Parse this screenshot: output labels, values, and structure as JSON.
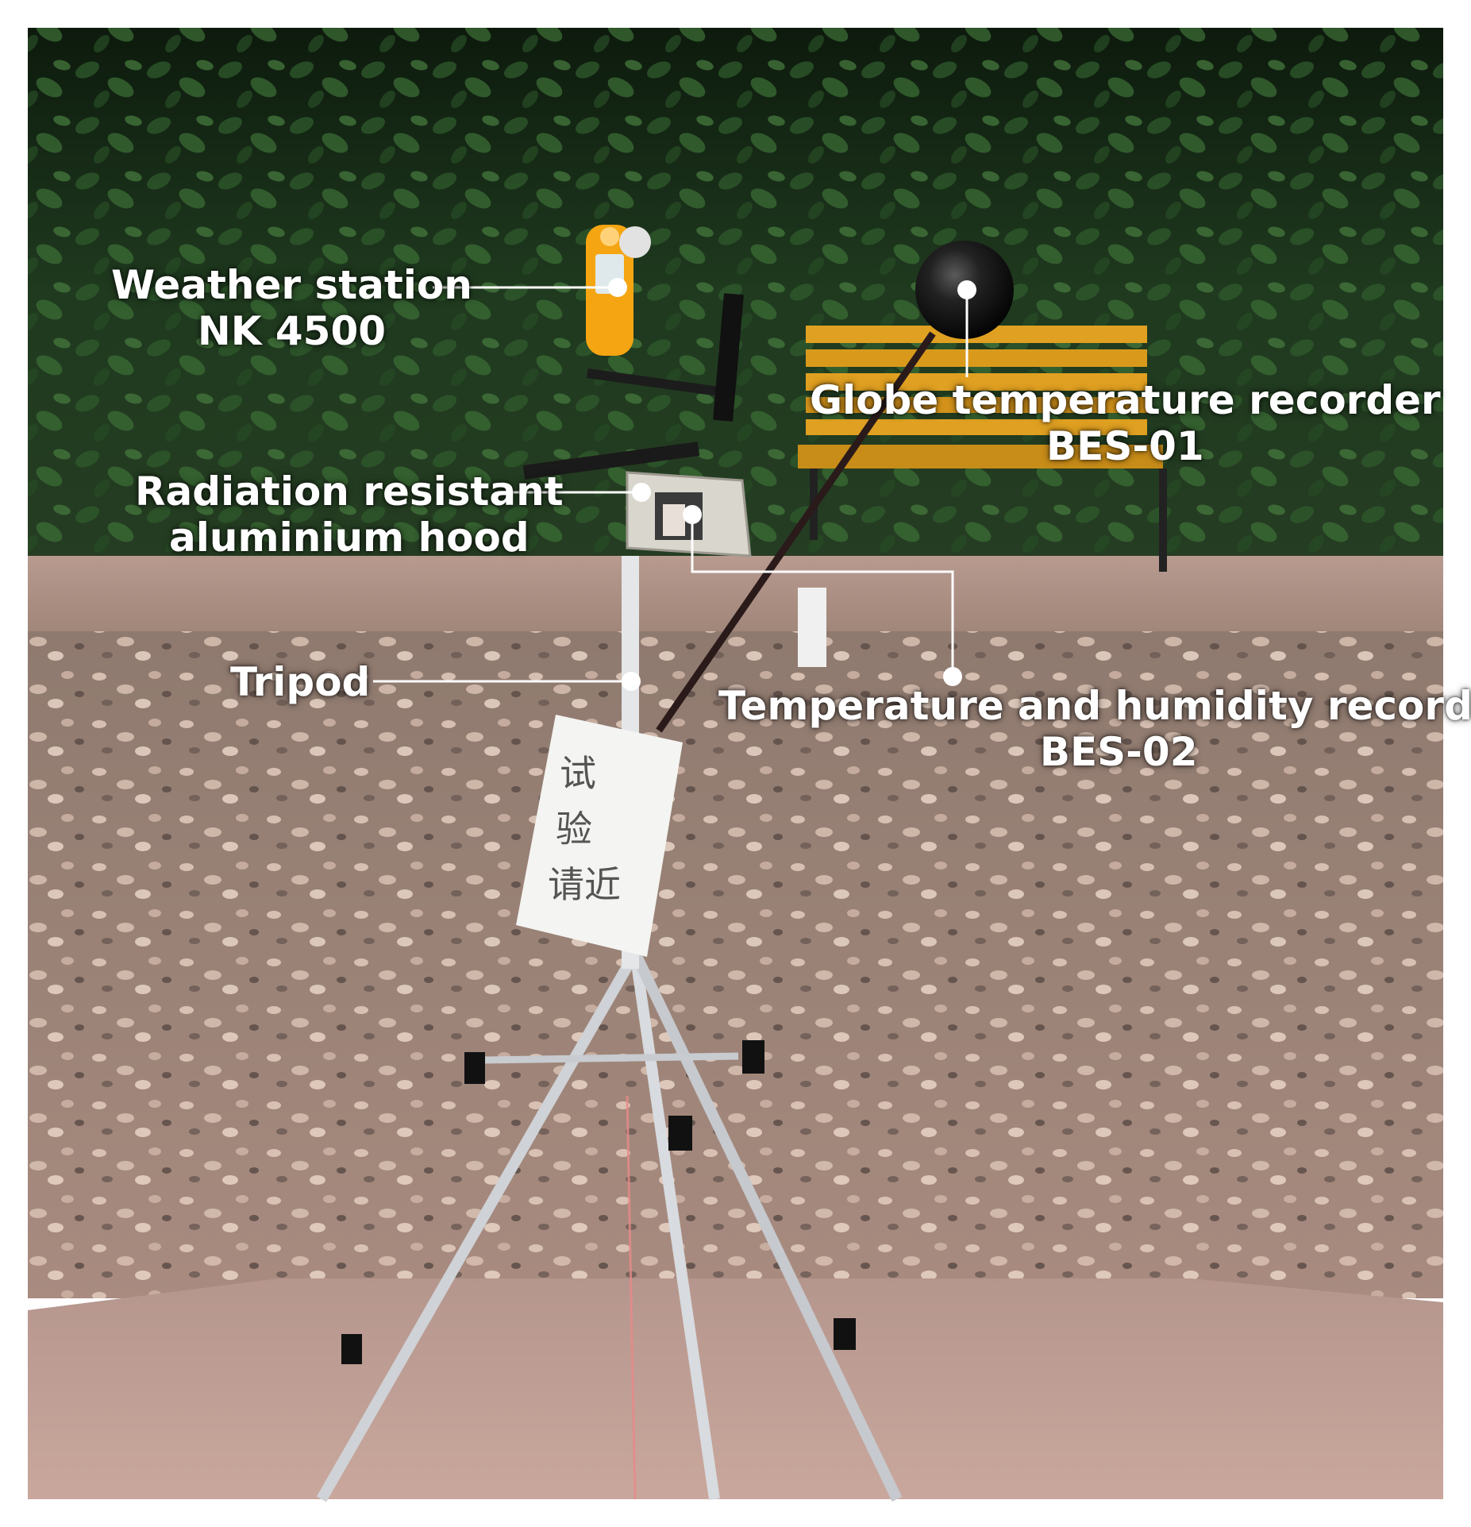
{
  "labels": {
    "weather_station": {
      "line1": "Weather station",
      "line2": "NK 4500"
    },
    "globe": {
      "line1": "Globe temperature  recorder",
      "line2": "BES-01"
    },
    "hood": {
      "line1": "Radiation resistant",
      "line2": "aluminium hood"
    },
    "tripod": {
      "line1": "Tripod"
    },
    "temp_humidity": {
      "line1": "Temperature and humidity recorder",
      "line2": "BES-02"
    },
    "sign": {
      "line1": "试",
      "line2": "验",
      "line3": "请近"
    }
  },
  "colors": {
    "foliage": "#1f3a1f",
    "bench": "#e0a021",
    "pavement": "#a89082",
    "weather_station_body": "#f5a512",
    "label_text": "#ffffff"
  }
}
